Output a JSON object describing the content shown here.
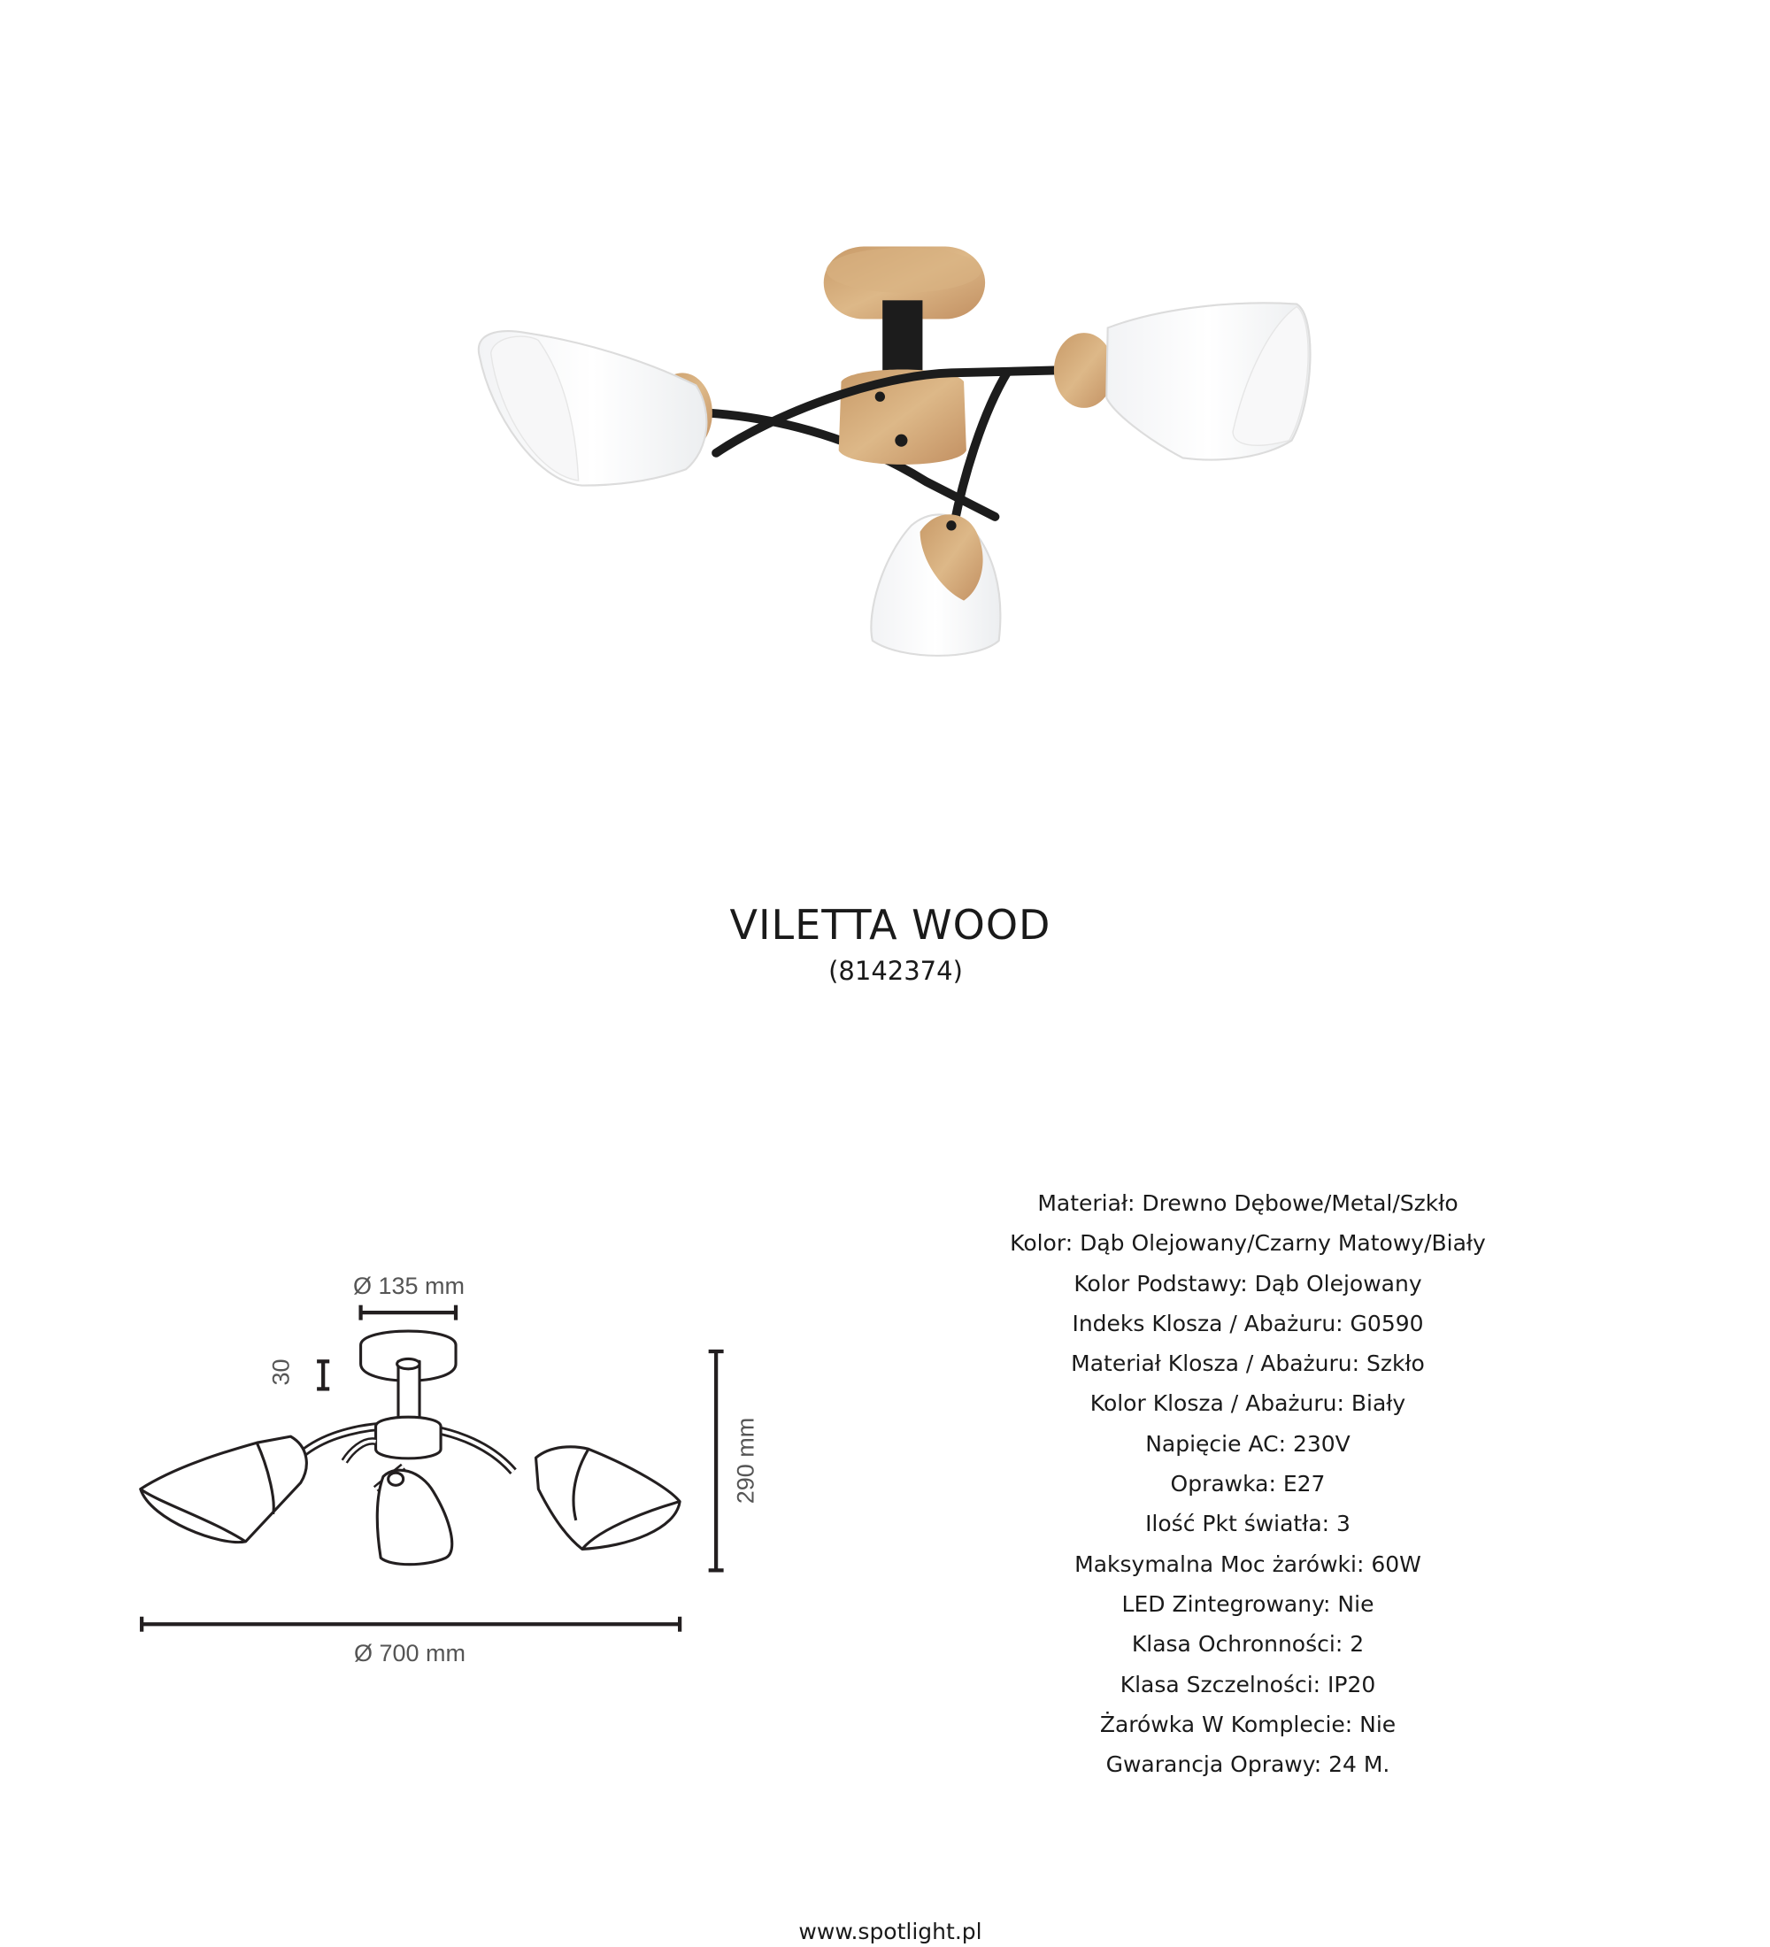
{
  "product": {
    "name": "VILETTA WOOD",
    "code": "(8142374)"
  },
  "dimensions": {
    "base_diameter": "Ø 135 mm",
    "base_height": "30",
    "height": "290 mm",
    "diameter": "Ø 700 mm"
  },
  "specs": [
    "Materiał: Drewno Dębowe/Metal/Szkło",
    "Kolor: Dąb Olejowany/Czarny Matowy/Biały",
    "Kolor Podstawy: Dąb Olejowany",
    "Indeks Klosza / Abażuru: G0590",
    "Materiał Klosza / Abażuru: Szkło",
    "Kolor Klosza / Abażuru: Biały",
    "Napięcie AC: 230V",
    "Oprawka: E27",
    "Ilość Pkt światła: 3",
    "Maksymalna Moc żarówki: 60W",
    "LED Zintegrowany: Nie",
    "Klasa Ochronności: 2",
    "Klasa Szczelności: IP20",
    "Żarówka W Komplecie: Nie",
    "Gwarancja Oprawy: 24 M."
  ],
  "footer": {
    "website": "www.spotlight.pl"
  },
  "colors": {
    "wood": "#d2a878",
    "metal": "#1c1c1c",
    "glass": "#ffffff",
    "line": "#231f20"
  }
}
